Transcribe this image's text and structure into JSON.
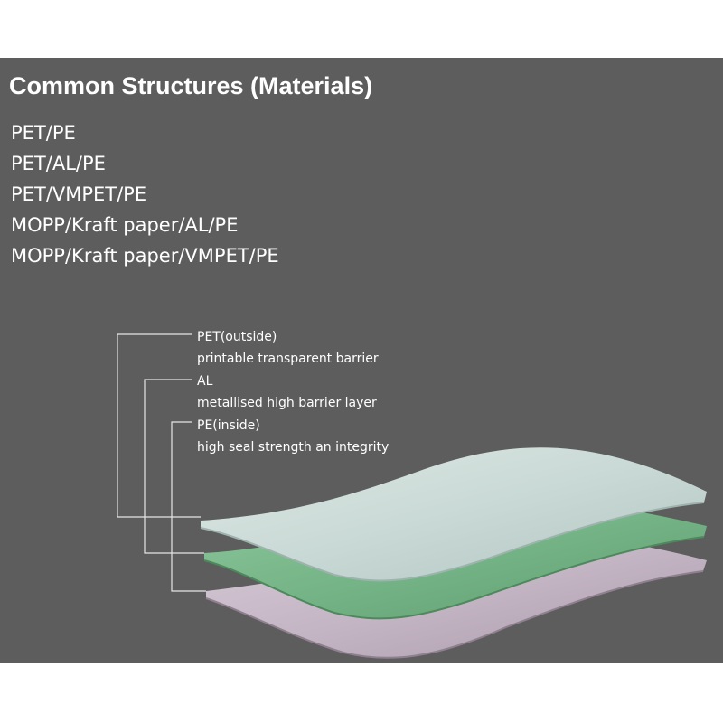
{
  "title": "Common Structures (Materials)",
  "structures": [
    "PET/PE",
    "PET/AL/PE",
    "PET/VMPET/PE",
    "MOPP/Kraft paper/AL/PE",
    "MOPP/Kraft paper/VMPET/PE"
  ],
  "layers": [
    {
      "name": "PET(outside)",
      "description": "printable transparent barrier",
      "color": "#cbdad7"
    },
    {
      "name": "AL",
      "description": "metallised high barrier layer",
      "color": "#78b98a"
    },
    {
      "name": "PE(inside)",
      "description": "high seal strength an integrity",
      "color": "#c7b9c7"
    }
  ],
  "colors": {
    "background": "#5d5d5d",
    "text": "#ffffff",
    "leader_lines": "#e6e6e6"
  }
}
